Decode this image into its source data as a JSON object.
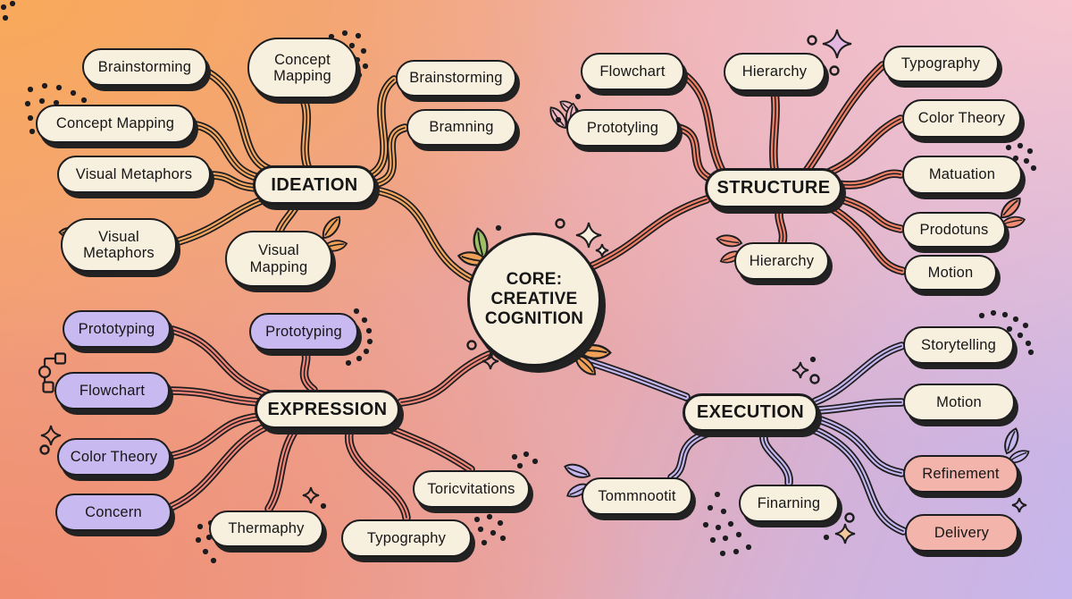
{
  "center": {
    "label": "CORE:\nCREATIVE\nCOGNITION"
  },
  "branches": {
    "ideation": {
      "label": "IDEATION",
      "color": "#f2a55f",
      "children": [
        "Brainstorming",
        "Concept Mapping",
        "Visual Metaphors",
        "Visual\nMetaphors",
        "Concept\nMapping",
        "Visual\nMapping",
        "Brainstorming",
        "Bramning"
      ]
    },
    "structure": {
      "label": "STRUCTURE",
      "color": "#ef8068",
      "children": [
        "Flowchart",
        "Prototyling",
        "Hierarchy",
        "Hierarchy",
        "Typography",
        "Color Theory",
        "Matuation",
        "Prodotuns",
        "Motion"
      ]
    },
    "expression": {
      "label": "EXPRESSION",
      "color": "#ee8577",
      "children": [
        "Prototyping",
        "Flowchart",
        "Color Theory",
        "Concern",
        "Prototyping",
        "Thermaphy",
        "Typography",
        "Toricvitations"
      ]
    },
    "execution": {
      "label": "EXECUTION",
      "color": "#c3b4ec",
      "children": [
        "Tommnootit",
        "Finarning",
        "Storytelling",
        "Motion",
        "Refinement",
        "Delivery"
      ]
    }
  },
  "palette": {
    "outline": "#1d1d1f",
    "node_cream": "#f7f0df",
    "node_purple": "#c8b9f0",
    "node_pink": "#f3b5ab",
    "leaf_green": "#9fbf66",
    "leaf_orange": "#f0a159",
    "leaf_salmon": "#f08a72",
    "leaf_pink": "#f2b8c2",
    "leaf_lavender": "#c5b6ee",
    "dot": "#1d1d1f"
  },
  "decorations": {
    "icons": [
      "leaf-icon",
      "sparkle-icon",
      "dot-cluster",
      "ring-dot-icon",
      "flowchart-glyph-icon"
    ]
  }
}
